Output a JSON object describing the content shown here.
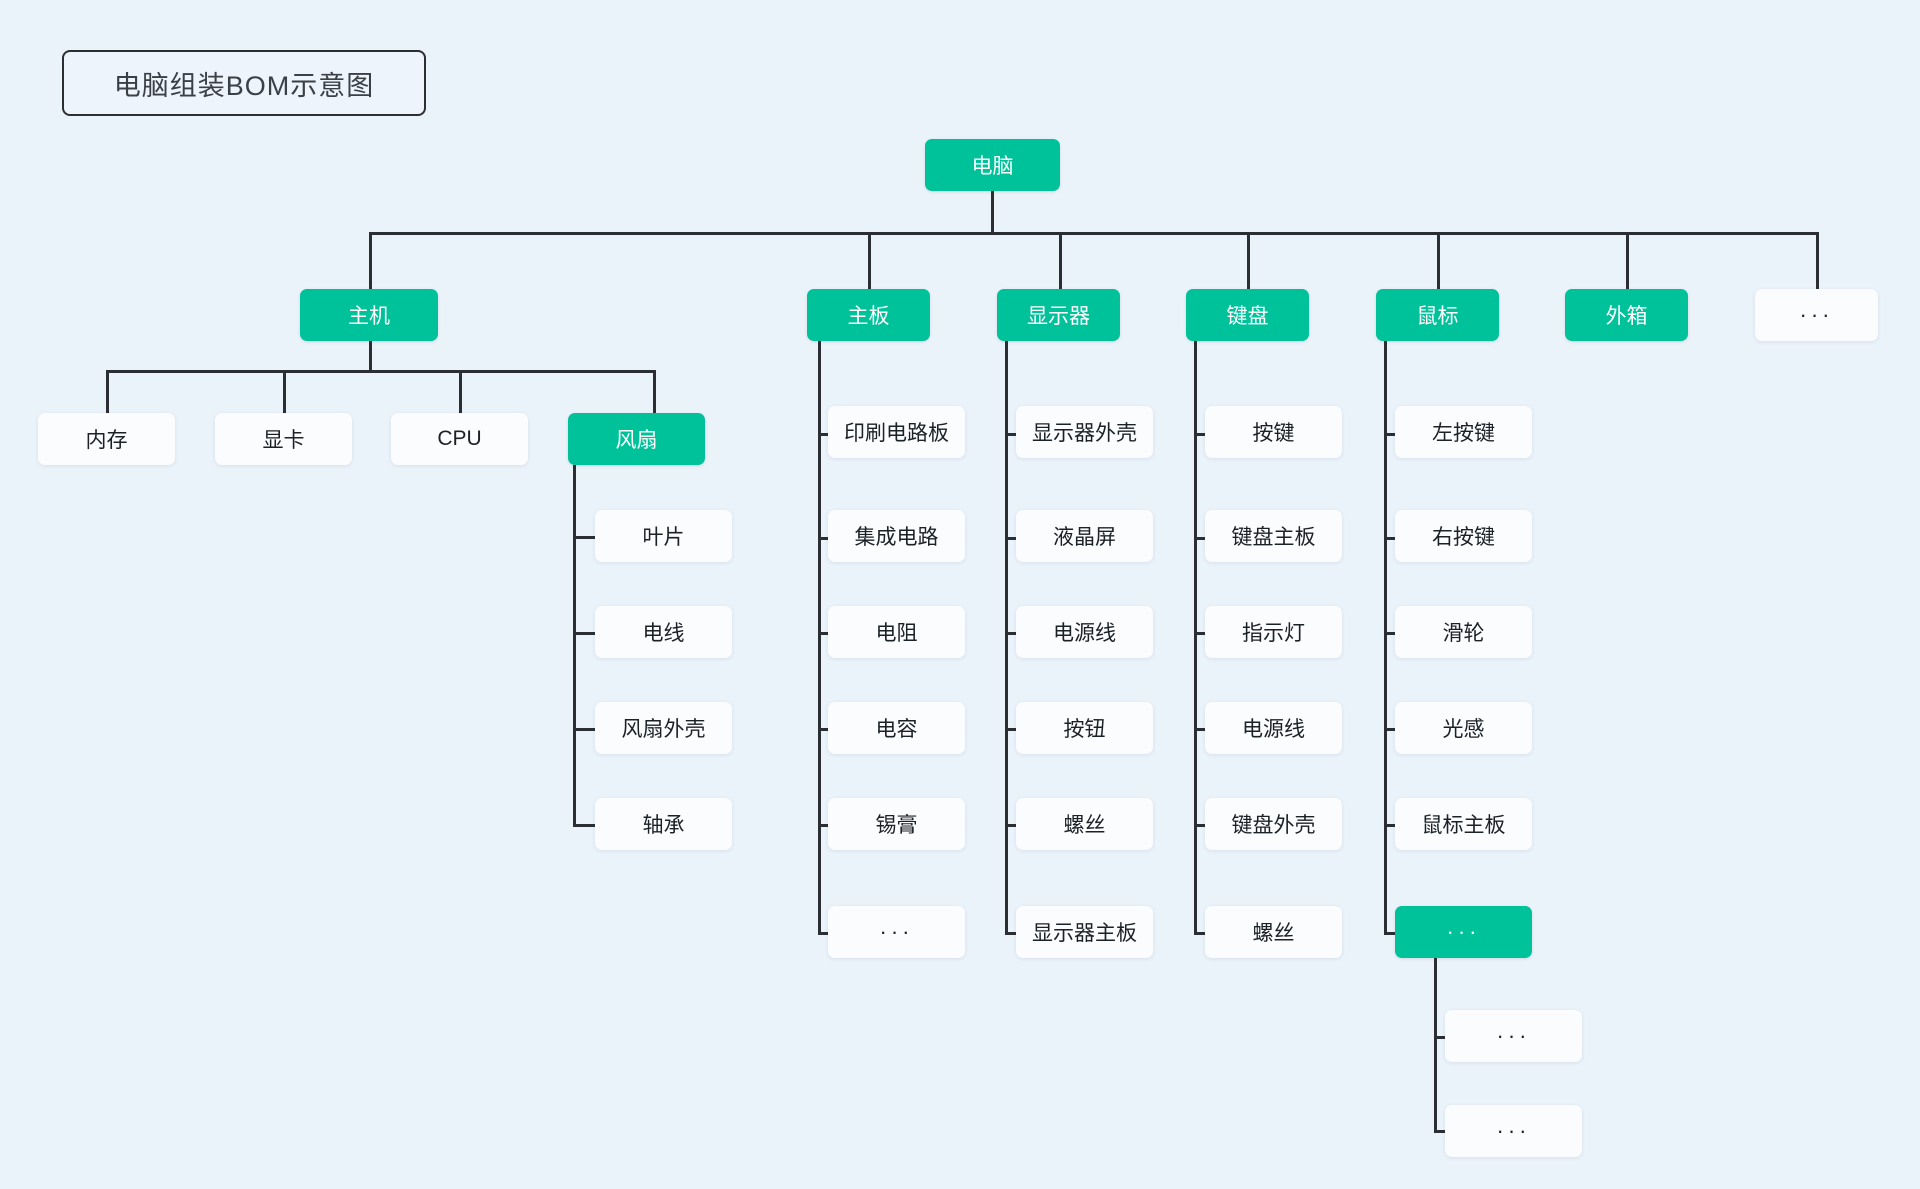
{
  "title": {
    "text": "电脑组装BOM示意图"
  },
  "colors": {
    "background": "#eaf2fa",
    "accent_green": "#00c29a",
    "node_white": "#fbfcfe",
    "line": "#2b2f33",
    "title_text": "#3a4046"
  },
  "chart_data": {
    "type": "tree",
    "title": "电脑组装BOM示意图",
    "root": "电脑",
    "levels": 4,
    "nodes": {
      "root": {
        "label": "电脑",
        "style": "green"
      },
      "level2": [
        {
          "label": "主机",
          "style": "green"
        },
        {
          "label": "主板",
          "style": "green"
        },
        {
          "label": "显示器",
          "style": "green"
        },
        {
          "label": "键盘",
          "style": "green"
        },
        {
          "label": "鼠标",
          "style": "green"
        },
        {
          "label": "外箱",
          "style": "green"
        },
        {
          "label": "···",
          "style": "white"
        }
      ],
      "host_children": [
        {
          "label": "内存",
          "style": "white"
        },
        {
          "label": "显卡",
          "style": "white"
        },
        {
          "label": "CPU",
          "style": "white"
        },
        {
          "label": "风扇",
          "style": "green"
        }
      ],
      "fan_children": [
        {
          "label": "叶片",
          "style": "white"
        },
        {
          "label": "电线",
          "style": "white"
        },
        {
          "label": "风扇外壳",
          "style": "white"
        },
        {
          "label": "轴承",
          "style": "white"
        }
      ],
      "mainboard_children": [
        {
          "label": "印刷电路板",
          "style": "white"
        },
        {
          "label": "集成电路",
          "style": "white"
        },
        {
          "label": "电阻",
          "style": "white"
        },
        {
          "label": "电容",
          "style": "white"
        },
        {
          "label": "锡膏",
          "style": "white"
        },
        {
          "label": "···",
          "style": "white"
        }
      ],
      "monitor_children": [
        {
          "label": "显示器外壳",
          "style": "white"
        },
        {
          "label": "液晶屏",
          "style": "white"
        },
        {
          "label": "电源线",
          "style": "white"
        },
        {
          "label": "按钮",
          "style": "white"
        },
        {
          "label": "螺丝",
          "style": "white"
        },
        {
          "label": "显示器主板",
          "style": "white"
        }
      ],
      "keyboard_children": [
        {
          "label": "按键",
          "style": "white"
        },
        {
          "label": "键盘主板",
          "style": "white"
        },
        {
          "label": "指示灯",
          "style": "white"
        },
        {
          "label": "电源线",
          "style": "white"
        },
        {
          "label": "键盘外壳",
          "style": "white"
        },
        {
          "label": "螺丝",
          "style": "white"
        }
      ],
      "mouse_children": [
        {
          "label": "左按键",
          "style": "white"
        },
        {
          "label": "右按键",
          "style": "white"
        },
        {
          "label": "滑轮",
          "style": "white"
        },
        {
          "label": "光感",
          "style": "white"
        },
        {
          "label": "鼠标主板",
          "style": "white"
        },
        {
          "label": "···",
          "style": "green"
        }
      ],
      "mouse_more_children": [
        {
          "label": "···",
          "style": "white"
        },
        {
          "label": "···",
          "style": "white"
        }
      ]
    }
  }
}
